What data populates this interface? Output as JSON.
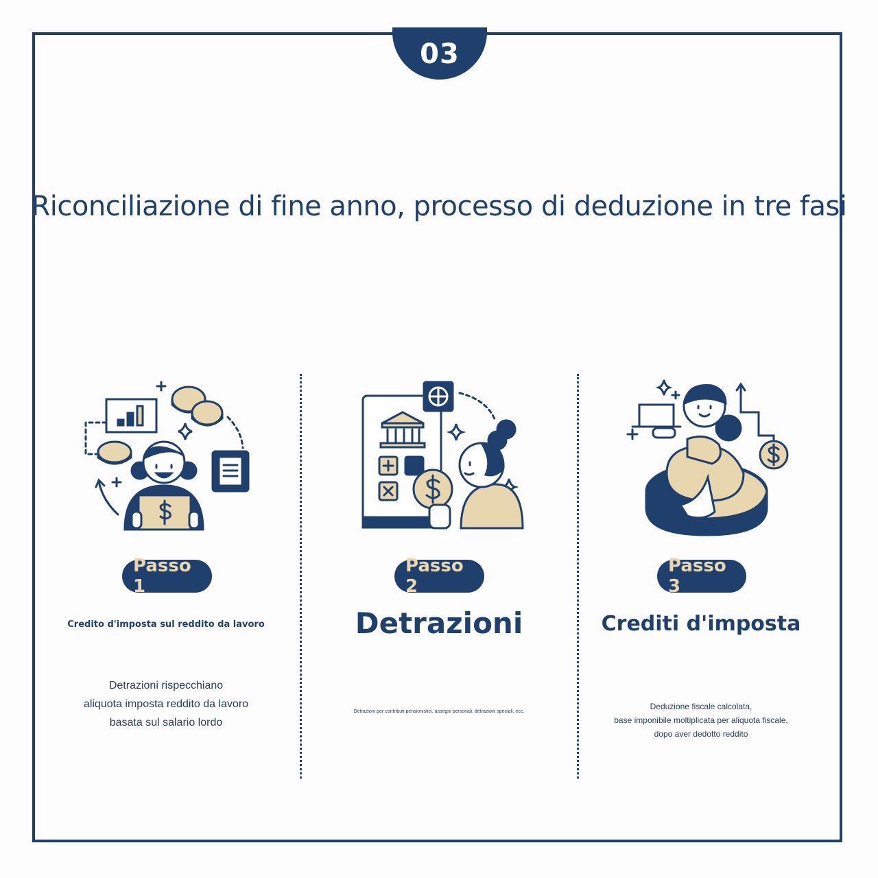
{
  "badge": "03",
  "title": "Riconciliazione di fine anno, processo di deduzione in tre fasi",
  "colors": {
    "navy": "#1f3f6d",
    "beige": "#e8d7ae"
  },
  "steps": [
    {
      "label": "Passo 1",
      "heading": "Credito d'imposta sul reddito da lavoro",
      "desc_lines": [
        "Detrazioni rispecchiano",
        "aliquota imposta reddito da lavoro",
        "basata sul salario lordo"
      ]
    },
    {
      "label": "Passo 2",
      "heading": "Detrazioni",
      "desc_lines": [
        "Detrazioni per contributi pensionistici, assegni personali, detrazioni speciali, ecc."
      ]
    },
    {
      "label": "Passo 3",
      "heading": "Crediti d'imposta",
      "desc_lines": [
        "Deduzione fiscale calcolata,",
        "base imponibile moltiplicata per aliquota fiscale,",
        "dopo aver dedotto reddito"
      ]
    }
  ]
}
